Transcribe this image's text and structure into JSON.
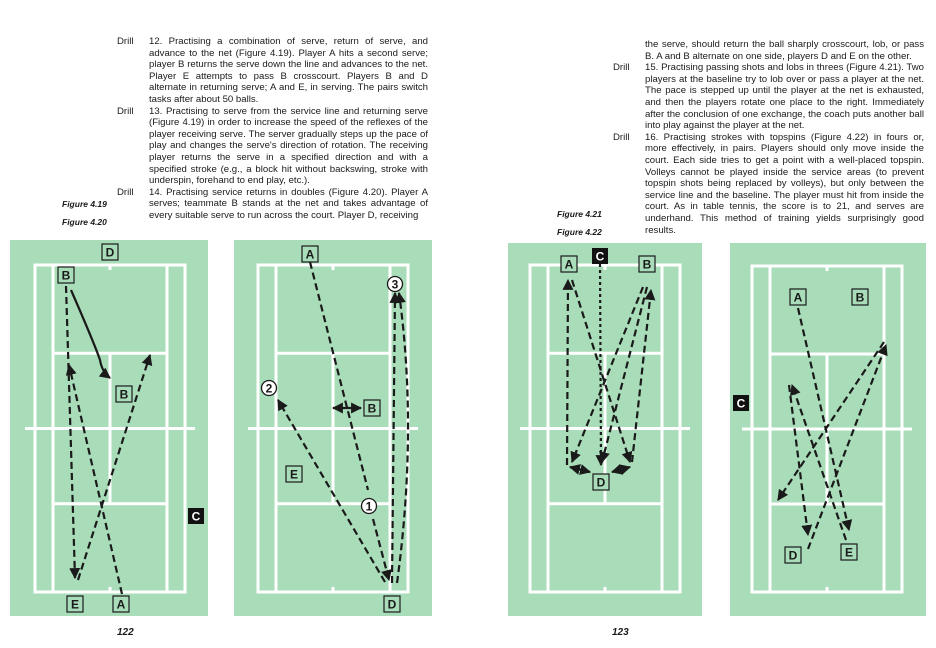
{
  "left_page": {
    "page_number": "122",
    "drills": [
      {
        "label": "Drill",
        "text": "12. Practising a combination of serve, return of serve, and advance to the net (Figure 4.19). Player A hits a second serve; player B returns the serve down the line and advances to the net. Player E attempts to pass B crosscourt. Players B and D alternate in returning serve; A and E, in serving. The pairs switch tasks after about 50 balls."
      },
      {
        "label": "Drill",
        "text": "13. Practising to serve from the service line and returning serve (Figure 4.19) in order to increase the speed of the reflexes of the player receiving serve. The server gradually steps up the pace of play and changes the serve's direction of rotation. The receiving player returns the serve in a specified direction and with a specified stroke (e.g., a block hit without backswing, stroke with underspin, forehand to end play, etc.)."
      },
      {
        "label": "Drill",
        "text": "14. Practising service returns in doubles (Figure 4.20). Player A serves; teammate B stands at the net and takes advantage of every suitable serve to run across the court. Player D, receiving"
      }
    ],
    "figure_captions": [
      "Figure 4.19",
      "Figure 4.20"
    ]
  },
  "right_page": {
    "page_number": "123",
    "continuation": "the serve, should return the ball sharply crosscourt, lob, or pass B. A and B alternate on one side, players D and E on the other.",
    "drills": [
      {
        "label": "Drill",
        "text": "15. Practising passing shots and lobs in threes (Figure 4.21). Two players at the baseline try to lob over or pass a player at the net. The pace is stepped up until the player at the net is exhausted, and then the players rotate one place to the right. Immediately after the conclusion of one exchange, the coach puts another ball into play against the player at the net."
      },
      {
        "label": "Drill",
        "text": "16. Practising strokes with topspins (Figure 4.22) in fours or, more effectively, in pairs. Players should only move inside the court. Each side tries to get a point with a well-placed topspin. Volleys cannot be played inside the service areas (to prevent topspin shots being replaced by volleys), but only between the service line and the baseline. The player must hit from inside the court. As in table tennis, the score is to 21, and serves are underhand. This method of training yields surprisingly good results."
      }
    ],
    "figure_captions": [
      "Figure 4.21",
      "Figure 4.22"
    ]
  },
  "colors": {
    "court_green": "#a9dcb9",
    "court_lines": "#ffffff",
    "ink": "#1a1a1a",
    "coach_box": "#111111"
  },
  "figures": {
    "fig_4_19": {
      "players": [
        {
          "label": "D",
          "style": "box"
        },
        {
          "label": "B",
          "style": "box"
        },
        {
          "label": "B",
          "style": "box"
        },
        {
          "label": "E",
          "style": "box"
        },
        {
          "label": "A",
          "style": "box"
        },
        {
          "label": "C",
          "style": "coach"
        }
      ]
    },
    "fig_4_20": {
      "players": [
        {
          "label": "A",
          "style": "box"
        },
        {
          "label": "B",
          "style": "box"
        },
        {
          "label": "E",
          "style": "box"
        },
        {
          "label": "D",
          "style": "box"
        },
        {
          "label": "1",
          "style": "circle"
        },
        {
          "label": "2",
          "style": "circle"
        },
        {
          "label": "3",
          "style": "circle"
        }
      ]
    },
    "fig_4_21": {
      "players": [
        {
          "label": "A",
          "style": "box"
        },
        {
          "label": "C",
          "style": "coach"
        },
        {
          "label": "B",
          "style": "box"
        },
        {
          "label": "D",
          "style": "box"
        }
      ]
    },
    "fig_4_22": {
      "players": [
        {
          "label": "A",
          "style": "box"
        },
        {
          "label": "B",
          "style": "box"
        },
        {
          "label": "C",
          "style": "coach"
        },
        {
          "label": "D",
          "style": "box"
        },
        {
          "label": "E",
          "style": "box"
        }
      ]
    }
  }
}
